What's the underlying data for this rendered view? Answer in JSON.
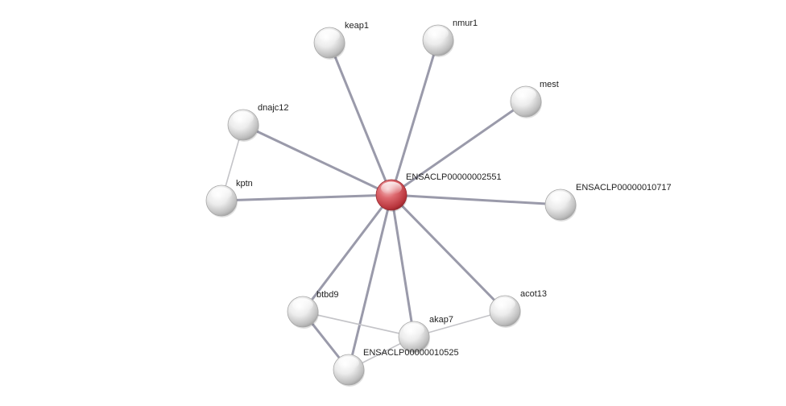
{
  "network": {
    "center_node": "ENSACLP00000002551",
    "nodes": [
      {
        "id": "center",
        "label": "ENSACLP00000002551",
        "color": "#c84a50"
      },
      {
        "id": "keap1",
        "label": "keap1",
        "color": "#e6e6e6"
      },
      {
        "id": "nmur1",
        "label": "nmur1",
        "color": "#e6e6e6"
      },
      {
        "id": "mest",
        "label": "mest",
        "color": "#e6e6e6"
      },
      {
        "id": "dnajc12",
        "label": "dnajc12",
        "color": "#e6e6e6"
      },
      {
        "id": "kptn",
        "label": "kptn",
        "color": "#e6e6e6"
      },
      {
        "id": "ensaclp10717",
        "label": "ENSACLP00000010717",
        "color": "#e6e6e6"
      },
      {
        "id": "btbd9",
        "label": "btbd9",
        "color": "#e6e6e6"
      },
      {
        "id": "akap7",
        "label": "akap7",
        "color": "#e6e6e6"
      },
      {
        "id": "acot13",
        "label": "acot13",
        "color": "#e6e6e6"
      },
      {
        "id": "ensaclp10525",
        "label": "ENSACLP00000010525",
        "color": "#e6e6e6"
      }
    ],
    "edges": [
      {
        "source": "center",
        "target": "keap1",
        "strength": "strong"
      },
      {
        "source": "center",
        "target": "nmur1",
        "strength": "strong"
      },
      {
        "source": "center",
        "target": "mest",
        "strength": "strong"
      },
      {
        "source": "center",
        "target": "dnajc12",
        "strength": "strong"
      },
      {
        "source": "center",
        "target": "kptn",
        "strength": "strong"
      },
      {
        "source": "center",
        "target": "ensaclp10717",
        "strength": "strong"
      },
      {
        "source": "center",
        "target": "btbd9",
        "strength": "strong"
      },
      {
        "source": "center",
        "target": "akap7",
        "strength": "strong"
      },
      {
        "source": "center",
        "target": "acot13",
        "strength": "strong"
      },
      {
        "source": "center",
        "target": "ensaclp10525",
        "strength": "strong"
      },
      {
        "source": "dnajc12",
        "target": "kptn",
        "strength": "weak"
      },
      {
        "source": "btbd9",
        "target": "akap7",
        "strength": "weak"
      },
      {
        "source": "akap7",
        "target": "acot13",
        "strength": "weak"
      },
      {
        "source": "btbd9",
        "target": "ensaclp10525",
        "strength": "strong"
      },
      {
        "source": "akap7",
        "target": "ensaclp10525",
        "strength": "weak"
      }
    ],
    "colors": {
      "strong_edge": "#9a9aaa",
      "weak_edge": "#c4c4c8",
      "center_node": "#c84a50",
      "neighbor_node": "#e6e6e6"
    }
  }
}
